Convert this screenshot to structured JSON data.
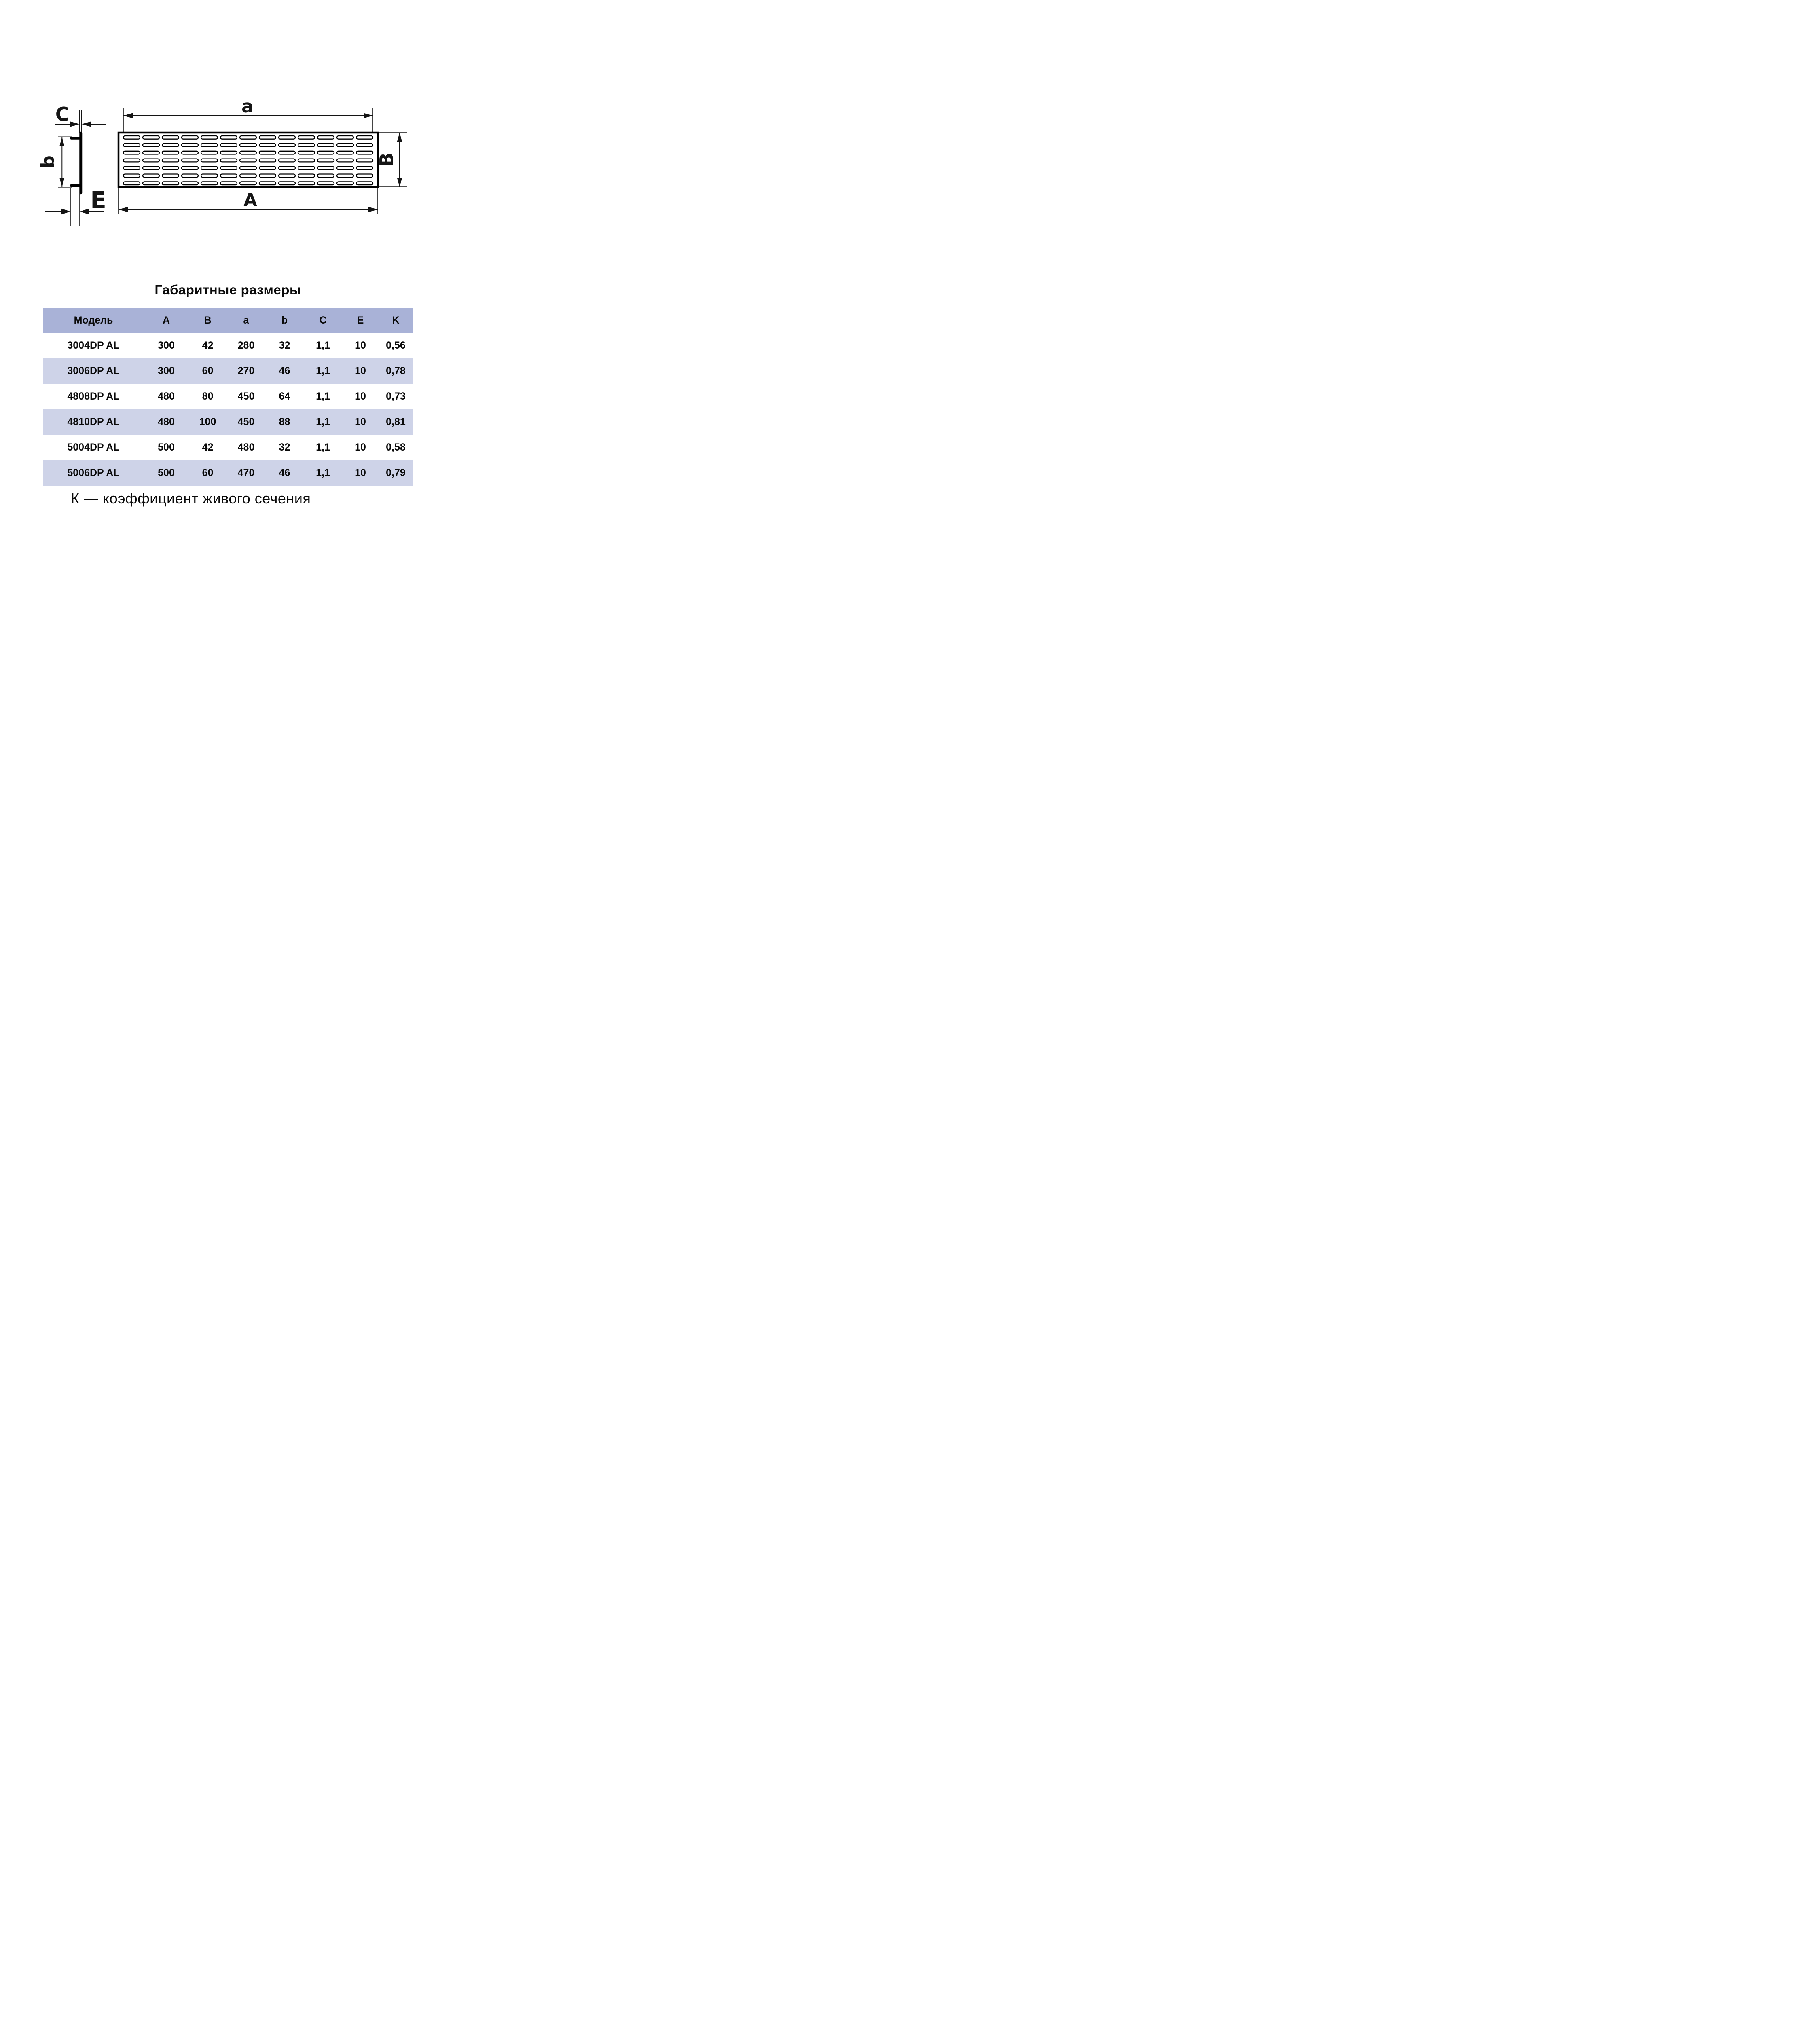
{
  "page": {
    "title": "Габаритные размеры",
    "footnote": "К — коэффициент живого сечения"
  },
  "diagram": {
    "labels": {
      "C": "C",
      "b": "b",
      "E": "E",
      "a": "a",
      "A": "A",
      "B": "B"
    },
    "grille": {
      "slot_rows": 7,
      "slot_cols": 13
    }
  },
  "colors": {
    "header_bg": "#a9b2d7",
    "row_alt_bg": "#ced3e8",
    "row_bg": "#ffffff",
    "ink": "#141414"
  },
  "table": {
    "headers": [
      "Модель",
      "A",
      "B",
      "a",
      "b",
      "C",
      "E",
      "K"
    ],
    "rows": [
      [
        "3004DP AL",
        "300",
        "42",
        "280",
        "32",
        "1,1",
        "10",
        "0,56"
      ],
      [
        "3006DP AL",
        "300",
        "60",
        "270",
        "46",
        "1,1",
        "10",
        "0,78"
      ],
      [
        "4808DP AL",
        "480",
        "80",
        "450",
        "64",
        "1,1",
        "10",
        "0,73"
      ],
      [
        "4810DP AL",
        "480",
        "100",
        "450",
        "88",
        "1,1",
        "10",
        "0,81"
      ],
      [
        "5004DP AL",
        "500",
        "42",
        "480",
        "32",
        "1,1",
        "10",
        "0,58"
      ],
      [
        "5006DP AL",
        "500",
        "60",
        "470",
        "46",
        "1,1",
        "10",
        "0,79"
      ]
    ]
  }
}
